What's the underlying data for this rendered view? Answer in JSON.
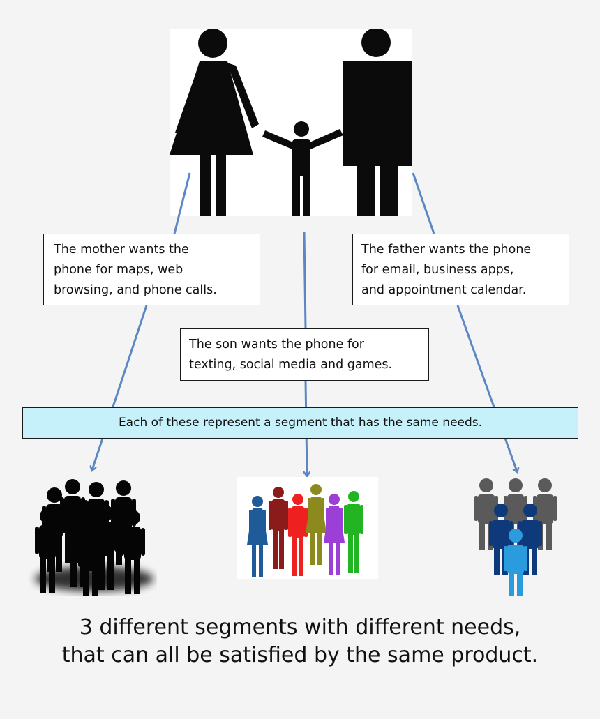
{
  "callouts": {
    "mother": "The mother wants the\nphone for maps, web\nbrowsing, and phone calls.",
    "father": "The father wants the phone\nfor email, business apps,\nand appointment calendar.",
    "son": "The son wants the phone for\ntexting, social media and games."
  },
  "segment_banner": "Each of these represent a segment that has the same needs.",
  "conclusion": "3 different segments with different needs,\nthat can all be satisfied by the same product.",
  "colors": {
    "connector": "#5b87c4",
    "banner_fill": "#c6f1fb",
    "silhouette": "#0b0b0b",
    "crowd_people": [
      "#1f5b99",
      "#8b1a1a",
      "#ee2020",
      "#8c8a1c",
      "#9b3fd6",
      "#22b422"
    ],
    "business_grey": "#5a5a5a",
    "business_navy": "#0e3a7c",
    "business_light": "#2a9bdc"
  }
}
